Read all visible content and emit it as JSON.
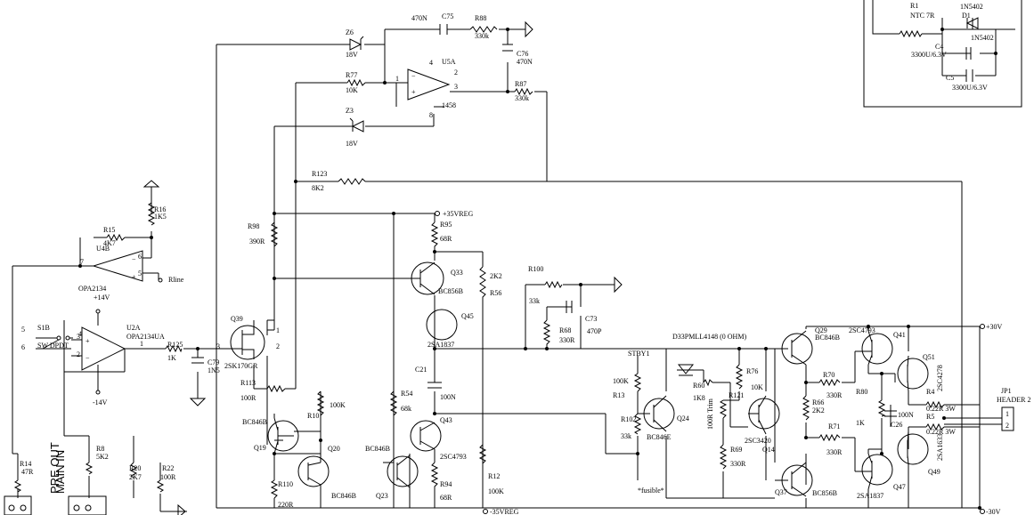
{
  "labels": {
    "z6": "Z6",
    "z6v": "18V",
    "n470": "470N",
    "c75": "C75",
    "r88": "R88",
    "r88v": "330k",
    "c76": "C76",
    "c76v": "470N",
    "u5a": "U5A",
    "r77": "R77",
    "r77v": "10K",
    "u5a_type": "1458",
    "r87": "R87",
    "r87v": "330k",
    "z3": "Z3",
    "z3v": "18V",
    "pin1": "1",
    "pin2": "2",
    "pin3": "3",
    "pin4": "4",
    "pin8": "8",
    "r123": "R123",
    "r123v": "8K2",
    "r16": "R16",
    "r16v": "1K5",
    "r15": "R15",
    "r15v": "4K7",
    "u4b": "U4B",
    "opa2134": "OPA2134",
    "rline": "Rline",
    "n14v": "+14V",
    "n14vneg": "-14V",
    "u2a": "U2A",
    "u2a_type": "OPA2134UA",
    "s1b": "S1B",
    "swdpdt": "SW DPDT",
    "r125": "R125",
    "r125v": "1K",
    "c79": "C79",
    "c79v": "1N5",
    "r113": "R113",
    "r113v": "100R",
    "q39": "Q39",
    "q39_type": "2SK170GR",
    "r98": "R98",
    "r98v": "390R",
    "p35": "+35VREG",
    "r95": "R95",
    "r95v": "68R",
    "q33": "Q33",
    "bc856b_q33": "BC856B",
    "r56v": "2K2",
    "r56": "R56",
    "q45": "Q45",
    "q45_type": "2SA1837",
    "r100": "R100",
    "r100v": "33k",
    "c73": "C73",
    "c73v": "470P",
    "r68": "R68",
    "r68v": "330R",
    "d33": "D33PMLL4148 (0 OHM)",
    "c21": "C21",
    "c21v": "100N",
    "r10": "R10",
    "r10v": "100K",
    "r54": "R54",
    "r54v": "68k",
    "q43": "Q43",
    "q43_type": "2SC4793",
    "bc846b_q19": "BC846B",
    "q19": "Q19",
    "q20": "Q20",
    "r110": "R110",
    "r110v": "220R",
    "bc846b_q20": "BC846B",
    "bc846b_q23": "BC846B",
    "q23": "Q23",
    "r94": "R94",
    "r94v": "68R",
    "r12": "R12",
    "r12v": "100K",
    "n35": "-35VREG",
    "stby1": "STBY1",
    "r13v": "100K",
    "r13": "R13",
    "r102": "R102",
    "r102v": "33k",
    "q24": "Q24",
    "bc846e": "BC846E",
    "fusible": "*fusible*",
    "r60": "R60",
    "r60v": "1K8",
    "r76": "R76",
    "r76v": "10K",
    "r121": "R121",
    "r121v": "100R Trim",
    "q14": "Q14",
    "q14_type": "2SC3420",
    "r69": "R69",
    "r69v": "330R",
    "q29": "Q29",
    "bc846b_q29": "BC846B",
    "q41": "Q41",
    "q41_type": "2SC4793",
    "r70": "R70",
    "r70v": "330R",
    "r66": "R66",
    "r66v": "2K2",
    "r80": "R80",
    "r80v": "1K",
    "r71": "R71",
    "r71v": "330R",
    "q37": "Q37",
    "bc856b_q37": "BC856B",
    "q47": "Q47",
    "q47_type": "2SA1837",
    "q51": "Q51",
    "q51_type": "2SC4278",
    "r4": "R4",
    "r4v": "0.22R 3W",
    "r5": "R5",
    "r5v": "0.22R 3W",
    "c26": "C26",
    "c26v": "100N",
    "q49": "Q49",
    "q49_type": "2SA1633",
    "p30": "+30V",
    "n30": "-30V",
    "jp1": "JP1",
    "header2": "HEADER 2",
    "jp_p1": "1",
    "jp_p2": "2",
    "r1": "R1",
    "ntc": "NTC 7R",
    "d1": "D1",
    "d1v": "1N5402",
    "d1v_top": "1N5402",
    "c4": "C4",
    "c4v": "3300U/6.3V",
    "c5": "C5",
    "c5v": "3300U/6.3V",
    "r14": "R14",
    "r14v": "47R",
    "r8": "R8",
    "r8v": "5K2",
    "r20": "R20",
    "r20v": "2K7",
    "r22": "R22",
    "r22v": "100R",
    "preout": "PRE OUT",
    "mainin": "MAIN IN",
    "sw5": "5",
    "sw6": "6",
    "sw4": "4",
    "u4_p5": "5",
    "u4_p6": "6",
    "u4_p7": "7",
    "u2_p1": "1",
    "u2_p2": "2",
    "u2_p3": "3",
    "q39_p1": "1",
    "q39_p2": "2",
    "q39_p3": "3"
  }
}
